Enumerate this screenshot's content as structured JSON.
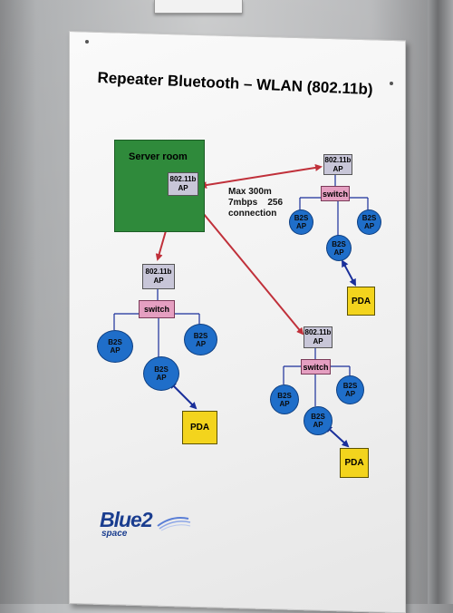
{
  "poster": {
    "title": "Repeater Bluetooth – WLAN (802.11b)",
    "server_room_label": "Server room",
    "note_lines": [
      "Max 300m",
      "7mbps    256",
      "connection"
    ],
    "ap_line1": "802.11b",
    "ap_line2": "AP",
    "switch_label": "switch",
    "b2s_line1": "B2S",
    "b2s_line2": "AP",
    "pda_label": "PDA",
    "logo_main": "Blue2",
    "logo_sub": "space"
  },
  "colors": {
    "server_room": "#2f8a3b",
    "ap_box": "#c8c6d8",
    "switch": "#e59fc1",
    "b2s": "#1f6ec9",
    "pda": "#f3d41d",
    "link_red": "#c0303a",
    "link_blue": "#1a2f9a"
  }
}
